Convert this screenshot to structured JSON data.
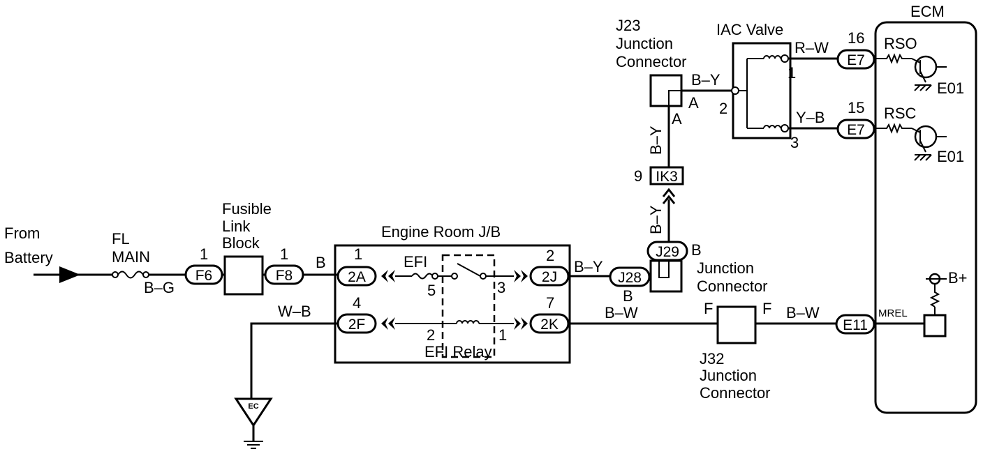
{
  "labels": {
    "from": "From",
    "battery": "Battery",
    "fl": "FL",
    "main": "MAIN",
    "fusible": "Fusible",
    "link": "Link",
    "block": "Block",
    "engine_room_jb": "Engine Room J/B",
    "efi": "EFI",
    "efi_relay": "EFI Relay",
    "j23": "J23",
    "junction": "Junction",
    "connector": "Connector",
    "iac_valve": "IAC Valve",
    "ecm": "ECM",
    "rso": "RSO",
    "rsc": "RSC",
    "e01": "E01",
    "mrel": "MREL",
    "b_plus": "B+",
    "j32": "J32",
    "ec": "EC"
  },
  "wires": {
    "b_g": "B–G",
    "b": "B",
    "w_b": "W–B",
    "b_y": "B–Y",
    "b_w": "B–W",
    "r_w": "R–W",
    "y_b": "Y–B"
  },
  "connectors": {
    "f6": "F6",
    "f8": "F8",
    "c2a": "2A",
    "c2f": "2F",
    "c2j": "2J",
    "c2k": "2K",
    "j28": "J28",
    "j29": "J29",
    "ik3": "IK3",
    "e7": "E7",
    "e11": "E11"
  },
  "pins": {
    "p1": "1",
    "p2": "2",
    "p3": "3",
    "p4": "4",
    "p5": "5",
    "p7": "7",
    "p9": "9",
    "p15": "15",
    "p16": "16",
    "a": "A",
    "b": "B",
    "f": "F"
  }
}
